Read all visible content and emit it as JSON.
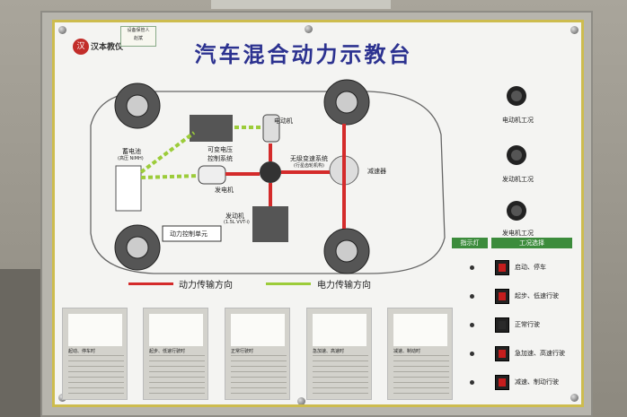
{
  "board": {
    "title": "汽车混合动力示教台",
    "logo_text": "汉本教仪",
    "sticker_lines": [
      "设备保管人",
      "赵斌"
    ]
  },
  "diagram_labels": {
    "motor": "电动机",
    "variable_voltage": "可变电压\n控制系统",
    "battery": "蓄电池",
    "battery_sub": "(高压 NiMH)",
    "cvt": "无级变速系统",
    "cvt_sub": "(行星齿轮机构)",
    "reducer": "减速器",
    "generator": "发电机",
    "engine": "发动机",
    "engine_sub": "(1.5L VVT-i)",
    "power_control": "动力控制单元"
  },
  "legend": {
    "power_flow": "动力传输方向",
    "electric_flow": "电力传输方向",
    "power_color": "#d42b2b",
    "electric_color": "#9ccc3a"
  },
  "status_knobs": [
    {
      "label": "电动机工况"
    },
    {
      "label": "发动机工况"
    },
    {
      "label": "发电机工况"
    }
  ],
  "mode_panel": {
    "indicator_header": "指示灯",
    "selection_header": "工况选择",
    "modes": [
      {
        "label": "启动、停车",
        "lit": true
      },
      {
        "label": "起步、低速行驶",
        "lit": true
      },
      {
        "label": "正常行驶",
        "lit": false
      },
      {
        "label": "急加速、高速行驶",
        "lit": true
      },
      {
        "label": "减速、制动行驶",
        "lit": true
      }
    ]
  },
  "cards": [
    {
      "title": "起动、停车时"
    },
    {
      "title": "起步、低速行驶时"
    },
    {
      "title": "正常行驶时"
    },
    {
      "title": "急加速、高速时"
    },
    {
      "title": "减速、制动时"
    }
  ]
}
